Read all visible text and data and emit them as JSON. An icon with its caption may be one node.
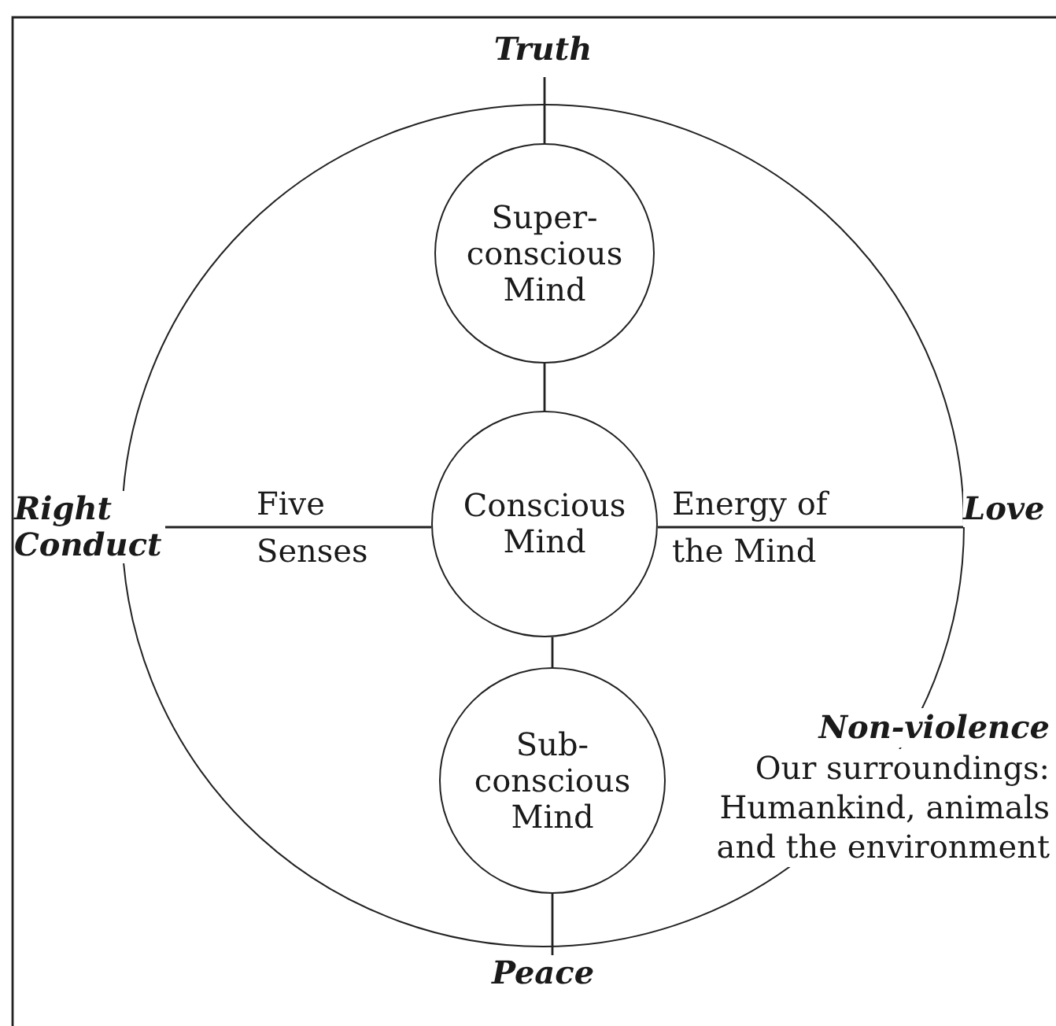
{
  "diagram": {
    "nodes": [
      {
        "text": [],
        "shape": "circle"
      },
      {
        "text": [
          "Truth"
        ]
      },
      {
        "text": [
          "Super- conscious Mind"
        ],
        "in": 0
      },
      {
        "text": [
          "Conscious Mind"
        ],
        "in": 0
      },
      {
        "text": [
          "Sub- conscious Mind"
        ],
        "in": 0
      },
      {
        "text": [
          "Peace"
        ]
      },
      {
        "text": [
          "Right Conduct"
        ]
      },
      {
        "text": [
          "Love"
        ]
      }
    ],
    "edges": [
      {
        "from": 1,
        "to": 2,
        "arrow": "none"
      },
      {
        "from": 2,
        "to": 3,
        "arrow": "none"
      },
      {
        "from": 3,
        "to": 4,
        "arrow": "none"
      },
      {
        "from": 4,
        "to": 5,
        "arrow": "none"
      },
      {
        "from": 6,
        "to": 3,
        "arrow": "none",
        "label": "Five Senses"
      },
      {
        "from": 3,
        "to": 7,
        "arrow": "none",
        "label": "Energy of the Mind"
      }
    ],
    "labels": [
      "Non-violence",
      "Our surroundings: Humankind, animals and the environment"
    ]
  }
}
